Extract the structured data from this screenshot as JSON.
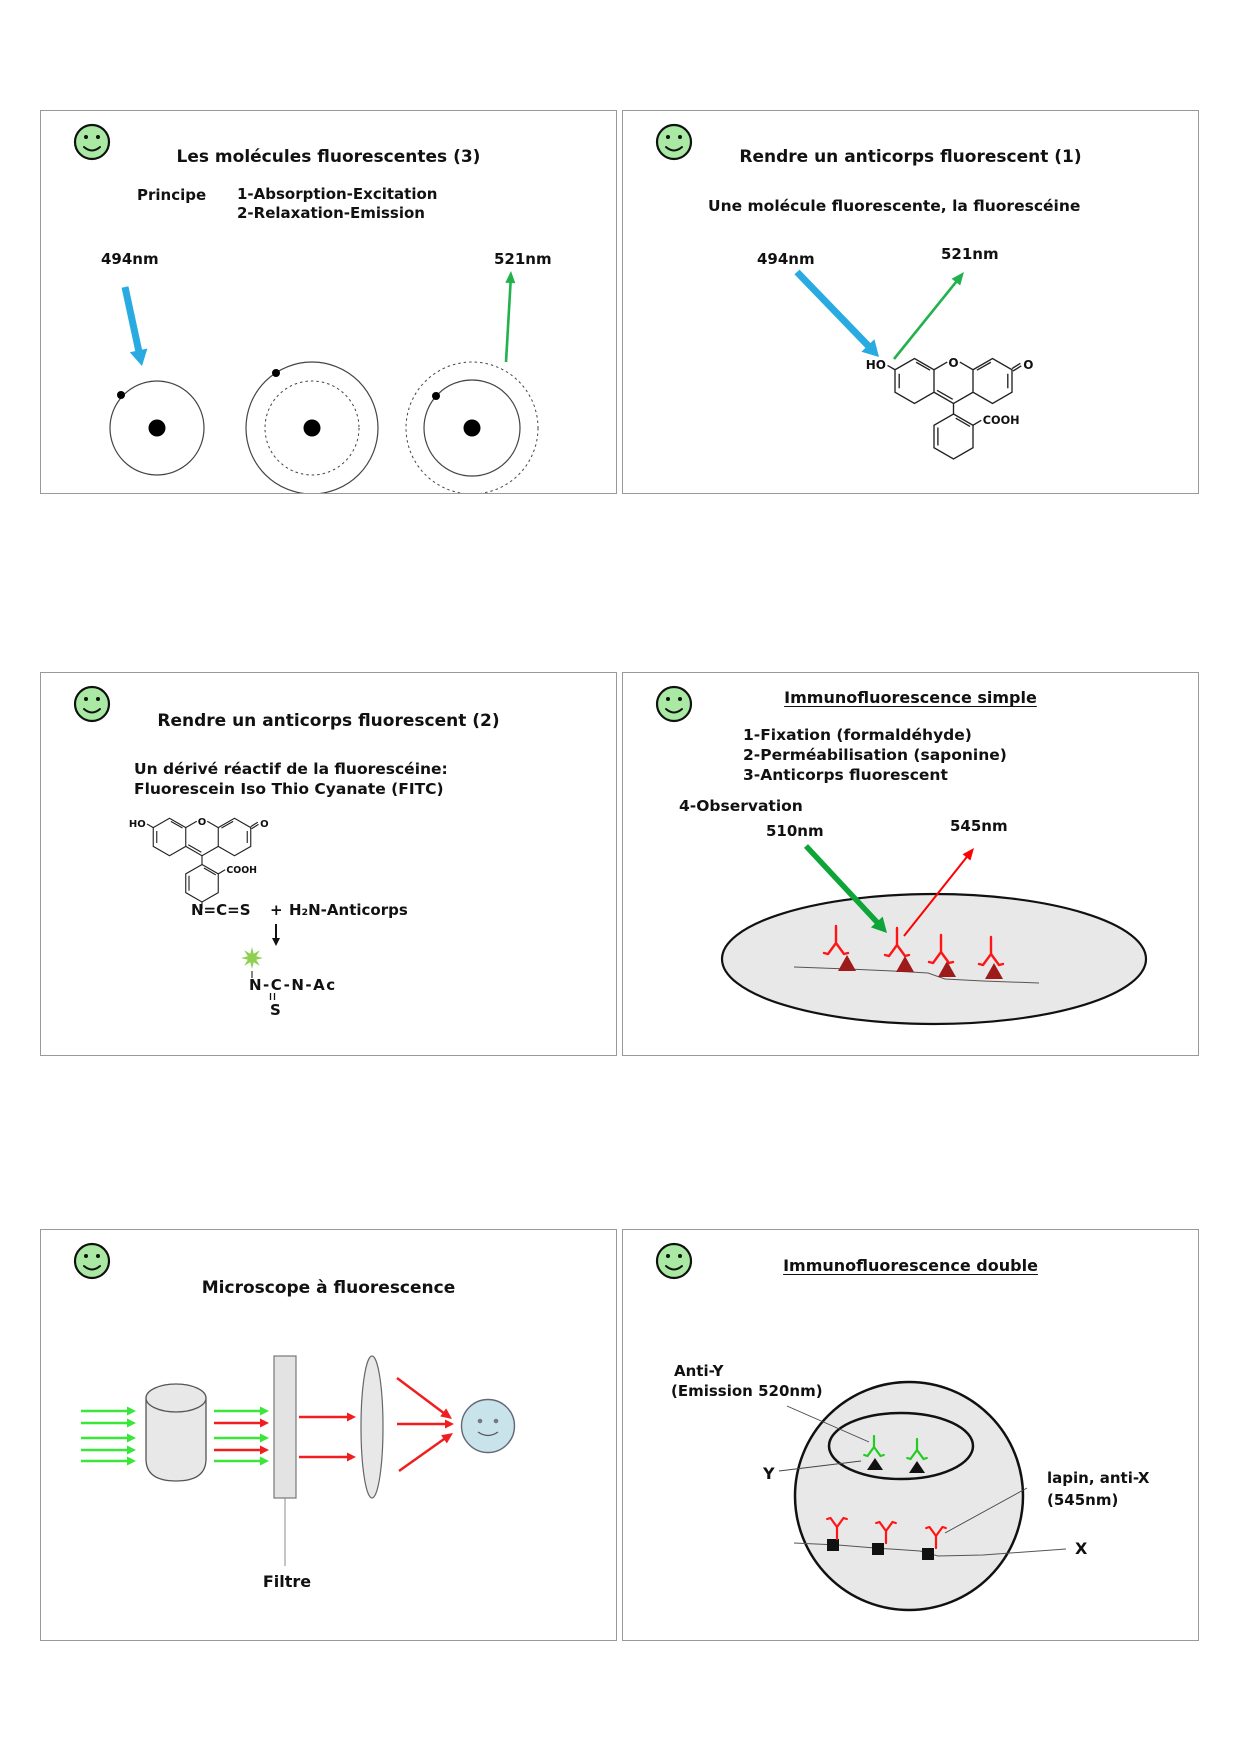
{
  "colors": {
    "border_gray": "#999999",
    "smiley_green": "#a9e9a4",
    "excitation_blue": "#29abe2",
    "emission_green": "#23b14d",
    "observation_green": "#0fa437",
    "emission_red": "#ff0000",
    "antibody_red": "#ff1515",
    "antigen_dark_red": "#9e1b1b",
    "cell_gray": "#e8e8e8",
    "eye_blue": "#c9e3ea",
    "star_green": "#8fd052",
    "bright_green": "#39e639"
  },
  "slides": {
    "molecules3": {
      "title": "Les molécules fluorescentes (3)",
      "principle_label": "Principe",
      "principle_line1": "1-Absorption-Excitation",
      "principle_line2": "2-Relaxation-Emission",
      "excitation_nm": "494nm",
      "emission_nm": "521nm"
    },
    "antibody1": {
      "title": "Rendre un anticorps fluorescent (1)",
      "subtitle": "Une molécule fluorescente, la fluorescéine",
      "excitation_nm": "494nm",
      "emission_nm": "521nm",
      "mol": {
        "ho": "HO",
        "o_top": "O",
        "o_right": "O",
        "cooh": "COOH"
      }
    },
    "antibody2": {
      "title": "Rendre un anticorps fluorescent (2)",
      "subtitle_line1": "Un dérivé réactif  de la fluorescéine:",
      "subtitle_line2": "Fluorescein Iso Thio Cyanate (FITC)",
      "mol": {
        "ho": "HO",
        "o_top": "O",
        "o_right": "O",
        "cooh": "COOH"
      },
      "reactive_group": "N=C=S",
      "plus": "+",
      "amine": "H₂N-Anticorps",
      "product": "N-C-N-Ac",
      "product_sulfur": "S"
    },
    "immunosimple": {
      "title": "Immunofluorescence simple",
      "step1": "1-Fixation (formaldéhyde)",
      "step2": "2-Perméabilisation (saponine)",
      "step3": "3-Anticorps fluorescent",
      "step4": "4-Observation",
      "excitation_nm": "510nm",
      "emission_nm": "545nm"
    },
    "microscope": {
      "title": "Microscope à fluorescence",
      "filter_label": "Filtre"
    },
    "immunodouble": {
      "title": "Immunofluorescence double",
      "anti_y_line1": "Anti-Y",
      "anti_y_line2": "(Emission 520nm)",
      "y_label": "Y",
      "anti_x_line1": "lapin, anti-X",
      "anti_x_line2": "(545nm)",
      "x_label": "X"
    }
  }
}
